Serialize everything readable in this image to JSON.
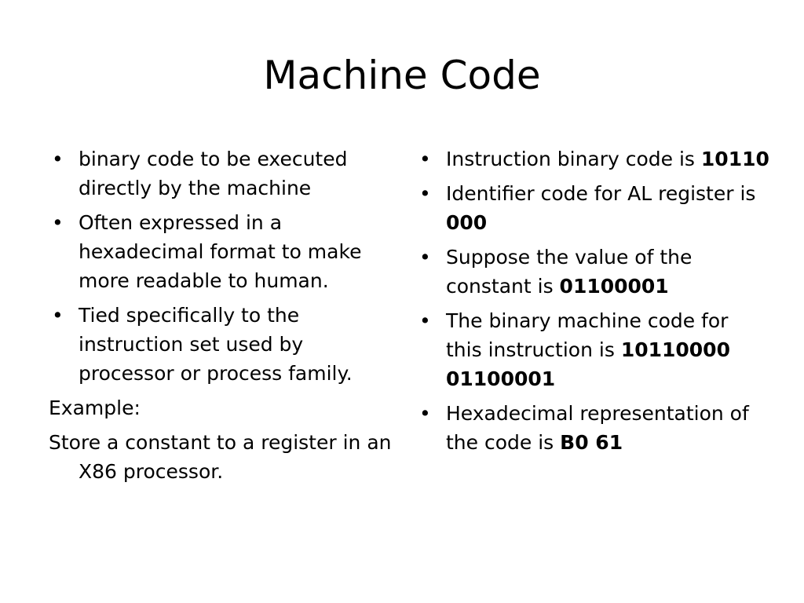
{
  "slide": {
    "title": "Machine Code"
  },
  "left_column": {
    "bullets": [
      "binary code to be executed directly by the machine",
      "Often expressed in a hexadecimal format to make more readable to human.",
      "Tied specifically to the instruction set used by processor or process family."
    ],
    "paragraphs": [
      "Example:",
      "Store a constant to a register in an X86 processor."
    ]
  },
  "right_column": {
    "bullets": [
      {
        "text": "Instruction binary code is ",
        "bold": "10110"
      },
      {
        "text": "Identifier code for AL register is ",
        "bold": "000"
      },
      {
        "text": "Suppose the value of the constant is ",
        "bold": "01100001"
      },
      {
        "text": "The binary machine code for this instruction is ",
        "bold": "10110000 01100001"
      },
      {
        "text": "Hexadecimal representation of the code  is ",
        "bold": "B0 61"
      }
    ]
  },
  "bullet_glyph": "•"
}
